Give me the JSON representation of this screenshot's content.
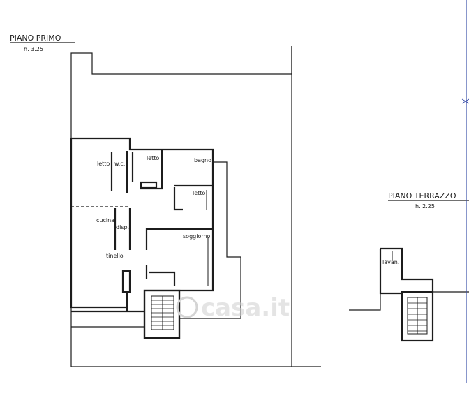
{
  "sheet_left": {
    "title": "PIANO PRIMO",
    "height_note": "h. 3.25"
  },
  "sheet_right": {
    "title": "PIANO TERRAZZO",
    "height_note": "h. 2.25"
  },
  "rooms": {
    "letto_1": "letto",
    "wc": "w.c.",
    "letto_2": "letto",
    "bagno": "bagno",
    "letto_3": "letto",
    "cucina": "cucina",
    "disp": "disp.",
    "soggiorno": "soggiorno",
    "tinello": "tinello",
    "lavan": "lavan."
  },
  "watermark": "casa.it"
}
